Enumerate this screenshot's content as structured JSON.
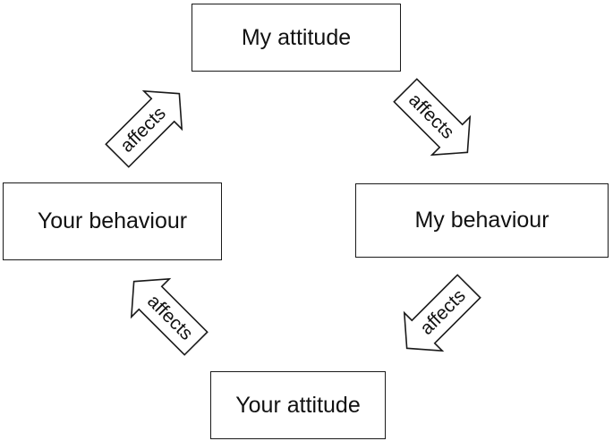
{
  "nodes": {
    "my_attitude": "My attitude",
    "my_behaviour": "My behaviour",
    "your_attitude": "Your attitude",
    "your_behaviour": "Your behaviour"
  },
  "edges": [
    {
      "from": "my_attitude",
      "to": "my_behaviour",
      "label": "affects"
    },
    {
      "from": "my_behaviour",
      "to": "your_attitude",
      "label": "affects"
    },
    {
      "from": "your_attitude",
      "to": "your_behaviour",
      "label": "affects"
    },
    {
      "from": "your_behaviour",
      "to": "my_attitude",
      "label": "affects"
    }
  ]
}
